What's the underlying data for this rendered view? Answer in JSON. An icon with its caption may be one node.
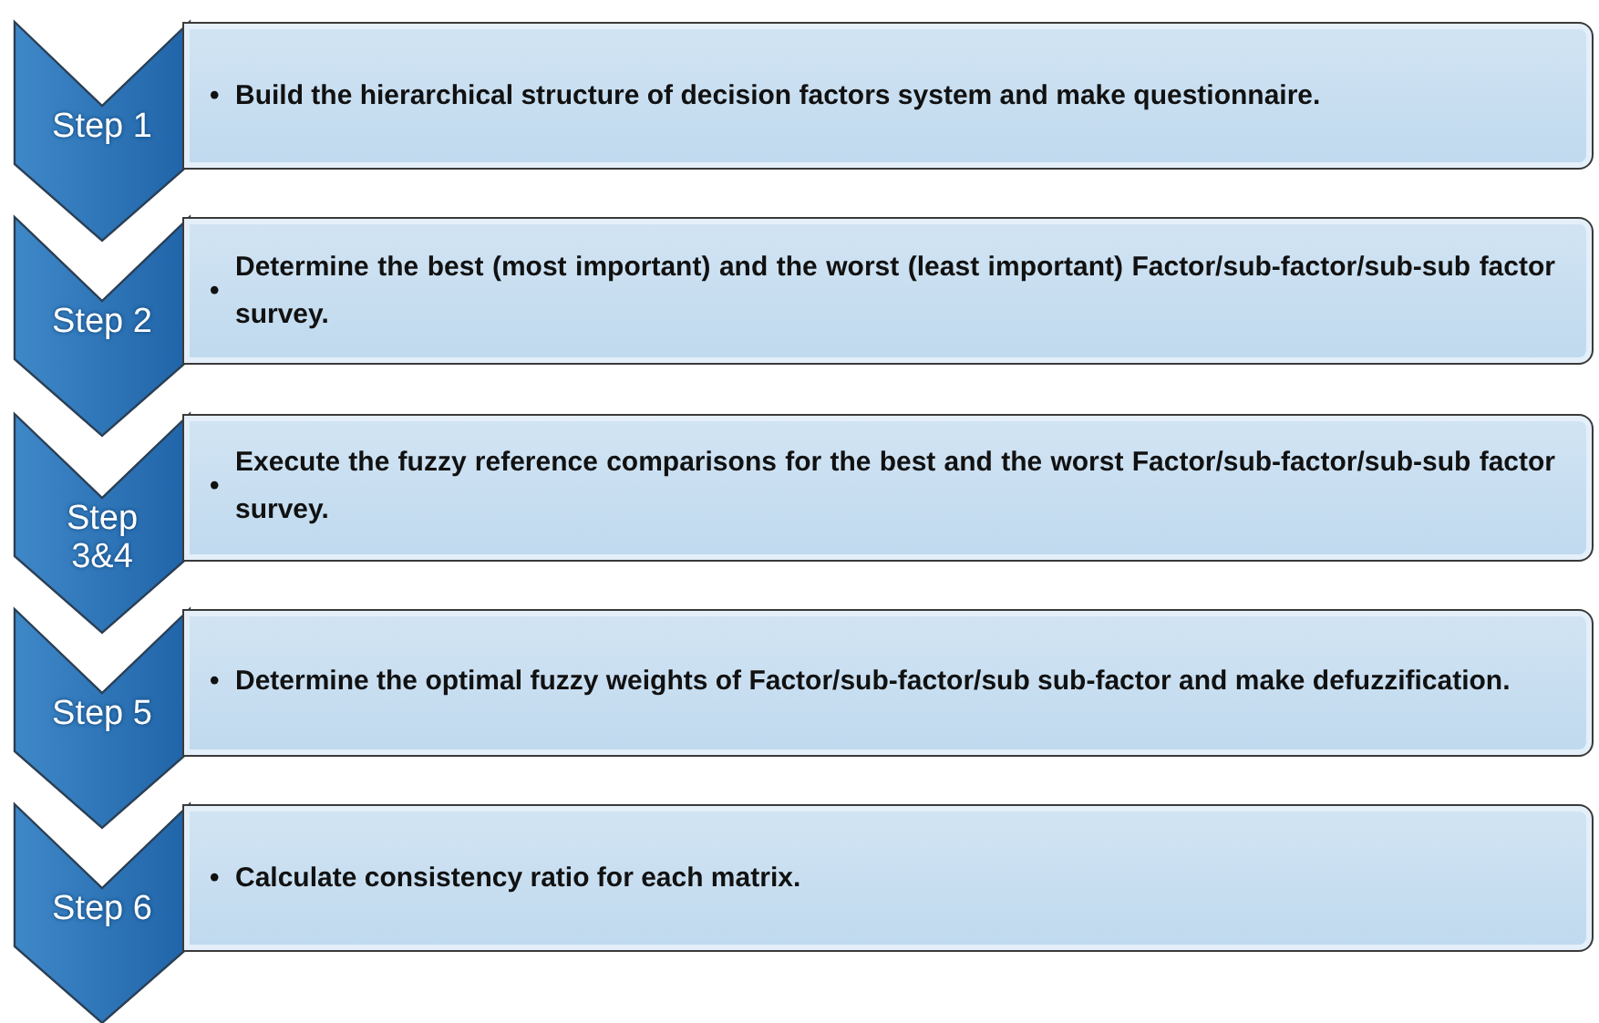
{
  "diagram": {
    "nodes": [
      {
        "text": [
          "Step 1"
        ]
      },
      {
        "text": [
          "•",
          "Build the hierarchical structure of decision factors system and make questionnaire."
        ]
      },
      {
        "text": [
          "Step 2"
        ]
      },
      {
        "text": [
          "•",
          "Determine the best (most important) and the worst (least important) Factor/sub-factor/sub-sub factor survey."
        ]
      },
      {
        "text": [
          "Step 3&4"
        ]
      },
      {
        "text": [
          "•",
          "Execute the fuzzy reference comparisons for the best and the worst Factor/sub-factor/sub-sub factor survey."
        ]
      },
      {
        "text": [
          "Step 5"
        ]
      },
      {
        "text": [
          "•",
          "Determine the optimal fuzzy weights of Factor/sub-factor/sub sub-factor and make defuzzification."
        ]
      },
      {
        "text": [
          "Step 6"
        ]
      },
      {
        "text": [
          "•",
          "Calculate consistency ratio for each matrix."
        ]
      }
    ]
  }
}
